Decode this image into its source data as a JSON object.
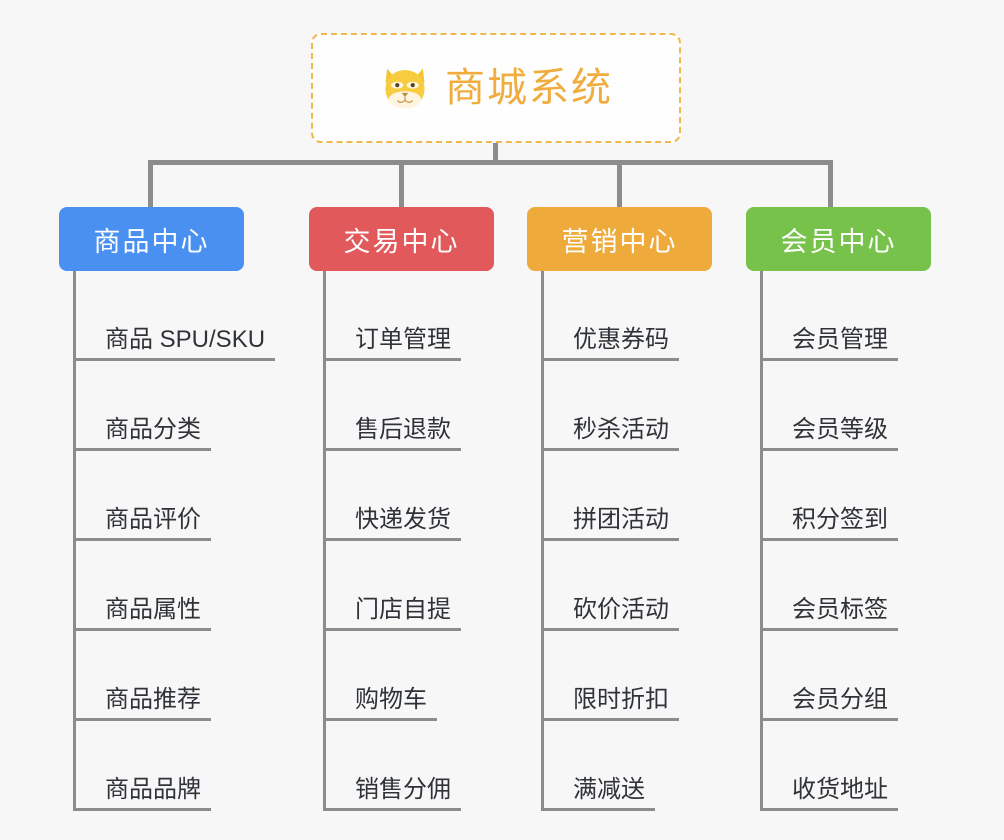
{
  "canvas": {
    "background": "#f7f7f7",
    "connector_color": "#8c8c8c",
    "leaf_text_color": "#2f3338"
  },
  "root": {
    "title": "商城系统",
    "icon": "shiba-dog-face-icon",
    "title_color": "#f0ad3e",
    "border_color": "#f0b849",
    "background": "#fefefe"
  },
  "branches": [
    {
      "label": "商品中心",
      "color": "#4a90f0",
      "items": [
        "商品 SPU/SKU",
        "商品分类",
        "商品评价",
        "商品属性",
        "商品推荐",
        "商品品牌"
      ]
    },
    {
      "label": "交易中心",
      "color": "#e2595c",
      "items": [
        "订单管理",
        "售后退款",
        "快递发货",
        "门店自提",
        "购物车",
        "销售分佣"
      ]
    },
    {
      "label": "营销中心",
      "color": "#eeab3c",
      "items": [
        "优惠券码",
        "秒杀活动",
        "拼团活动",
        "砍价活动",
        "限时折扣",
        "满减送"
      ]
    },
    {
      "label": "会员中心",
      "color": "#76c24a",
      "items": [
        "会员管理",
        "会员等级",
        "积分签到",
        "会员标签",
        "会员分组",
        "收货地址"
      ]
    }
  ]
}
